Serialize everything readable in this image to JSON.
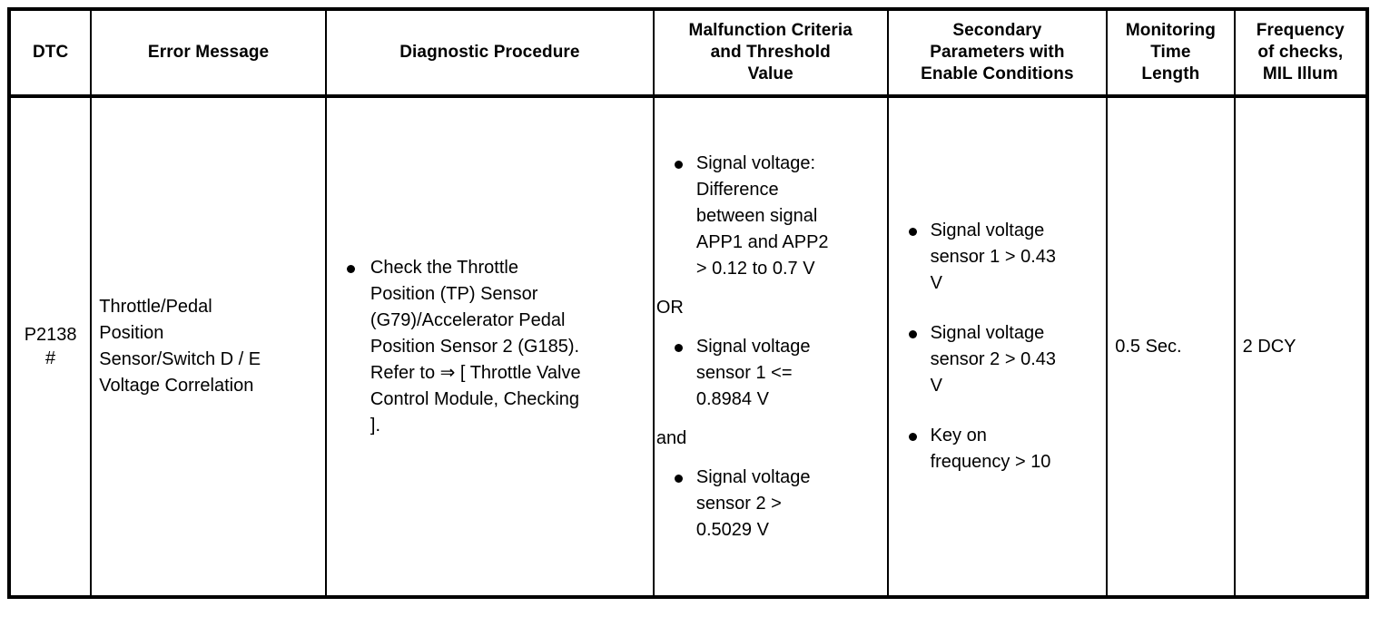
{
  "table": {
    "columns": [
      {
        "key": "dtc",
        "label": "DTC"
      },
      {
        "key": "err",
        "label": "Error Message"
      },
      {
        "key": "proc",
        "label": "Diagnostic Procedure"
      },
      {
        "key": "malf",
        "label_lines": [
          "Malfunction Criteria",
          "and Threshold",
          "Value"
        ]
      },
      {
        "key": "sec",
        "label_lines": [
          "Secondary",
          "Parameters with",
          "Enable Conditions"
        ]
      },
      {
        "key": "mon",
        "label_lines": [
          "Monitoring",
          "Time",
          "Length"
        ]
      },
      {
        "key": "freq",
        "label_lines": [
          "Frequency",
          "of checks,",
          "MIL Illum"
        ]
      }
    ],
    "headers": {
      "dtc": "DTC",
      "error_message": "Error Message",
      "diagnostic_procedure": "Diagnostic Procedure",
      "malfunction_criteria_l1": "Malfunction Criteria",
      "malfunction_criteria_l2": "and Threshold",
      "malfunction_criteria_l3": "Value",
      "secondary_parameters_l1": "Secondary",
      "secondary_parameters_l2": "Parameters with",
      "secondary_parameters_l3": "Enable Conditions",
      "monitoring_time_l1": "Monitoring",
      "monitoring_time_l2": "Time",
      "monitoring_time_l3": "Length",
      "frequency_l1": "Frequency",
      "frequency_l2": "of checks,",
      "frequency_l3": "MIL Illum"
    },
    "row": {
      "dtc_code": "P2138",
      "dtc_mark": "#",
      "error_message_lines": [
        "Throttle/Pedal",
        "Position",
        "Sensor/Switch D / E",
        "Voltage Correlation"
      ],
      "diagnostic_procedure_bullets": [
        [
          "Check the Throttle",
          "Position (TP) Sensor",
          "(G79)/Accelerator Pedal",
          "Position Sensor 2 (G185).",
          "Refer to ⇒ [ Throttle Valve",
          "Control Module, Checking",
          "]."
        ]
      ],
      "malfunction_criteria": {
        "bullet_1": [
          "Signal voltage:",
          "Difference",
          "between signal",
          "APP1 and APP2",
          "> 0.12 to 0.7 V"
        ],
        "connector_1": "OR",
        "bullet_2": [
          "Signal voltage",
          "sensor 1 <=",
          "0.8984 V"
        ],
        "connector_2": "and",
        "bullet_3": [
          "Signal voltage",
          "sensor 2 >",
          "0.5029 V"
        ]
      },
      "secondary_parameters_bullets": [
        [
          "Signal voltage",
          "sensor 1 > 0.43",
          "V"
        ],
        [
          "Signal voltage",
          "sensor 2 > 0.43",
          "V"
        ],
        [
          "Key on",
          "frequency > 10"
        ]
      ],
      "monitoring_time_length": "0.5 Sec.",
      "frequency_of_checks": "2 DCY"
    }
  }
}
